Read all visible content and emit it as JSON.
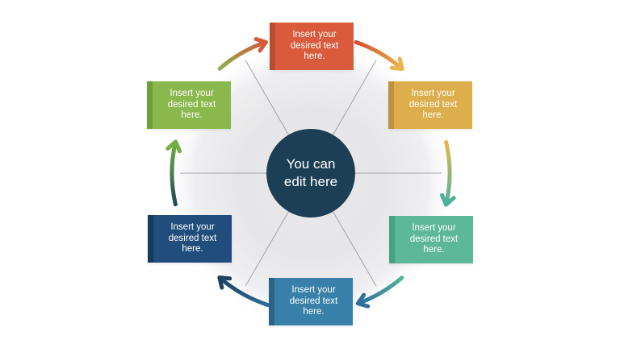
{
  "page": {
    "background": "#ffffff"
  },
  "diagram": {
    "type": "circular-process",
    "center": {
      "label": "You can edit here",
      "fill": "#1d3f55",
      "text_color": "#ffffff"
    },
    "nodes": [
      {
        "id": "top",
        "label": "Insert your desired text here.",
        "fill": "#d95b3b",
        "edge": "#bc4a2d"
      },
      {
        "id": "upper-right",
        "label": "Insert your desired text here.",
        "fill": "#ddae4c",
        "edge": "#bb923f"
      },
      {
        "id": "lower-right",
        "label": "Insert your desired text here.",
        "fill": "#5cb899",
        "edge": "#49a183"
      },
      {
        "id": "bottom",
        "label": "Insert your desired text here.",
        "fill": "#3780a9",
        "edge": "#2a6488"
      },
      {
        "id": "lower-left",
        "label": "Insert your desired text here.",
        "fill": "#204d7b",
        "edge": "#16395c"
      },
      {
        "id": "upper-left",
        "label": "Insert your desired text here.",
        "fill": "#8ab84d",
        "edge": "#6fa039"
      }
    ],
    "arrows": [
      {
        "name": "upper-left-to-top",
        "from": "upper-left",
        "to": "top",
        "colors": [
          "#8db04b",
          "#d8583a"
        ]
      },
      {
        "name": "top-to-upper-right",
        "from": "top",
        "to": "upper-right",
        "colors": [
          "#d24e30",
          "#eab54d"
        ]
      },
      {
        "name": "upper-right-to-lower-right",
        "from": "upper-right",
        "to": "lower-right",
        "colors": [
          "#e6b84e",
          "#4bb29a"
        ]
      },
      {
        "name": "lower-right-to-bottom",
        "from": "lower-right",
        "to": "bottom",
        "colors": [
          "#52b199",
          "#2e6f9e"
        ]
      },
      {
        "name": "bottom-to-lower-left",
        "from": "bottom",
        "to": "lower-left",
        "colors": [
          "#2f6f9f",
          "#1d415f"
        ]
      },
      {
        "name": "lower-left-to-upper-left",
        "from": "lower-left",
        "to": "upper-left",
        "colors": [
          "#1e4a58",
          "#72ae41"
        ]
      }
    ],
    "flow_direction": "clockwise",
    "spoke_color": "#a3a3a8",
    "halo_color": "#e8e8eb"
  }
}
